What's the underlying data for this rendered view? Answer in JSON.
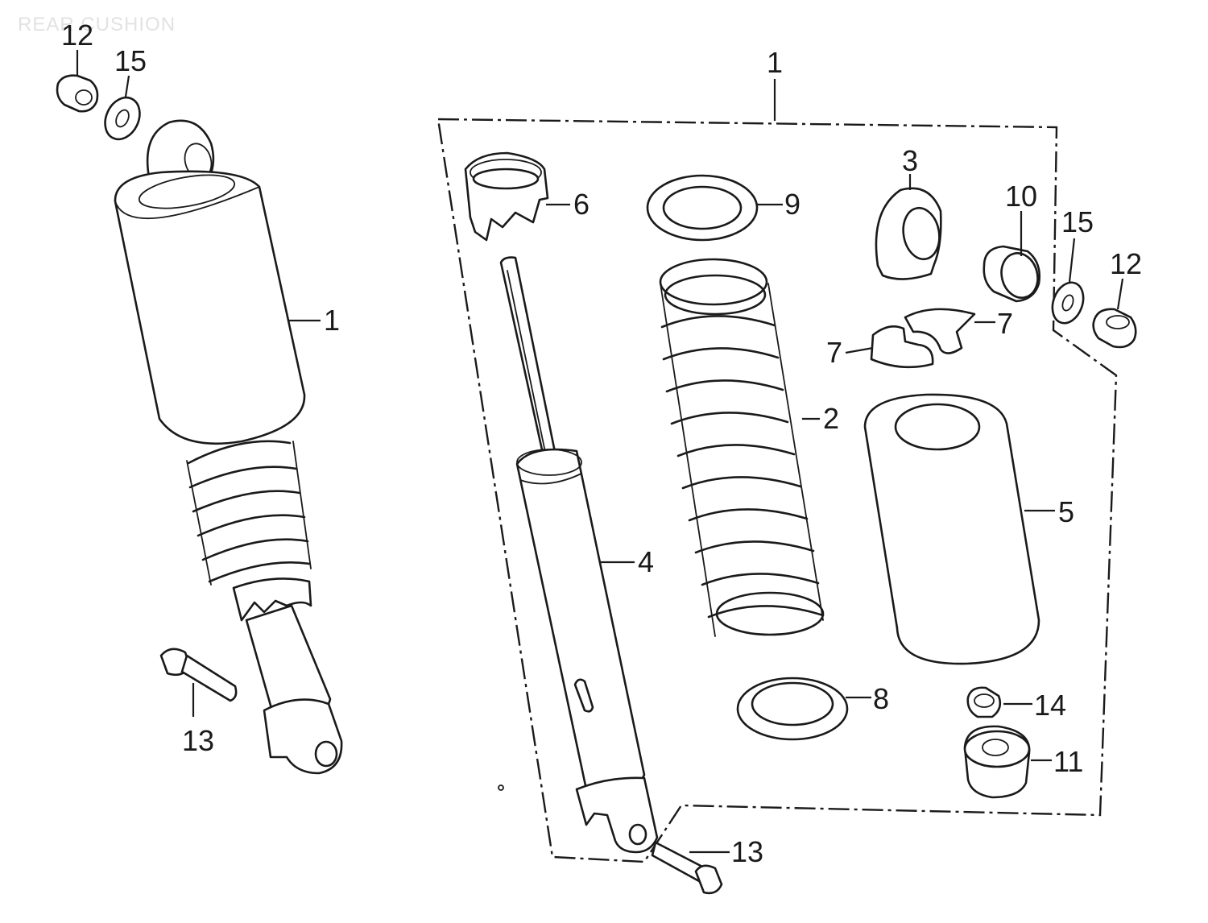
{
  "watermark": "REAR CUSHION",
  "callouts": {
    "assembly_top_12": "12",
    "assembly_top_15": "15",
    "assembly_1": "1",
    "assembly_13": "13",
    "kit_1": "1",
    "part_6": "6",
    "part_9": "9",
    "part_3": "3",
    "part_10": "10",
    "part_15": "15",
    "part_12": "12",
    "part_7a": "7",
    "part_7b": "7",
    "part_2": "2",
    "part_5": "5",
    "part_4": "4",
    "part_8": "8",
    "part_14": "14",
    "part_11": "11",
    "part_13": "13"
  }
}
